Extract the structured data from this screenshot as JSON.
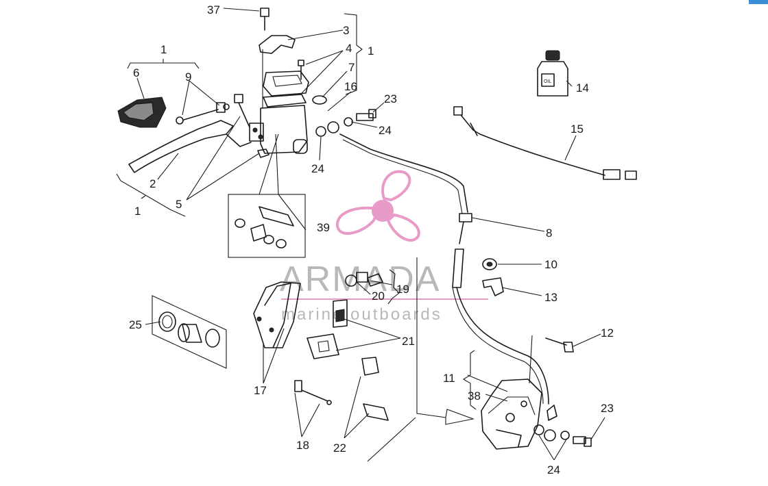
{
  "watermark": {
    "brand": "ARMADA",
    "tagline": "marine outboards",
    "brand_color": "#e79bc6"
  },
  "callouts": {
    "c37": "37",
    "c3": "3",
    "c4": "4",
    "c7": "7",
    "c16": "16",
    "c1a": "1",
    "c1b": "1",
    "c1c": "1",
    "c6": "6",
    "c9": "9",
    "c2": "2",
    "c5": "5",
    "c23a": "23",
    "c24a": "24",
    "c24b": "24",
    "c14": "14",
    "c15": "15",
    "c39": "39",
    "c8": "8",
    "c10": "10",
    "c13": "13",
    "c19": "19",
    "c20": "20",
    "c21": "21",
    "c25": "25",
    "c17": "17",
    "c18": "18",
    "c22": "22",
    "c12": "12",
    "c11": "11",
    "c38": "38",
    "c23b": "23",
    "c24c": "24"
  },
  "oil_label": "OIL"
}
